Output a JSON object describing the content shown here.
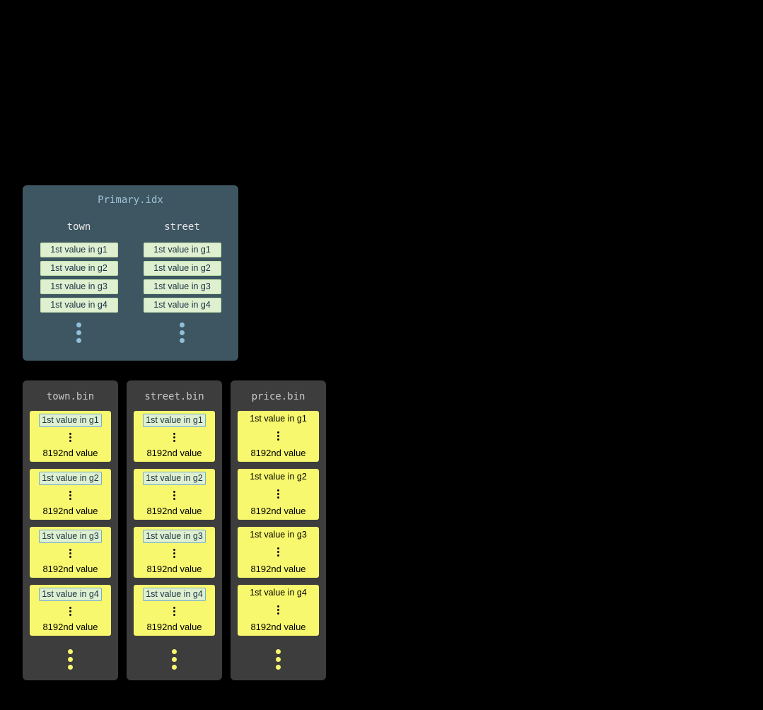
{
  "primary_index": {
    "title": "Primary.idx",
    "columns": [
      {
        "name": "town",
        "entries": [
          "1st value in g1",
          "1st value in g2",
          "1st value in g3",
          "1st value in g4"
        ]
      },
      {
        "name": "street",
        "entries": [
          "1st value in g1",
          "1st value in g2",
          "1st value in g3",
          "1st value in g4"
        ]
      }
    ]
  },
  "bin_files": [
    {
      "title": "town.bin",
      "marks_highlighted": true,
      "granules": [
        {
          "first": "1st value in g1",
          "last": "8192nd value"
        },
        {
          "first": "1st value in g2",
          "last": "8192nd value"
        },
        {
          "first": "1st value in g3",
          "last": "8192nd value"
        },
        {
          "first": "1st value in g4",
          "last": "8192nd value"
        }
      ]
    },
    {
      "title": "street.bin",
      "marks_highlighted": true,
      "granules": [
        {
          "first": "1st value in g1",
          "last": "8192nd value"
        },
        {
          "first": "1st value in g2",
          "last": "8192nd value"
        },
        {
          "first": "1st value in g3",
          "last": "8192nd value"
        },
        {
          "first": "1st value in g4",
          "last": "8192nd value"
        }
      ]
    },
    {
      "title": "price.bin",
      "marks_highlighted": false,
      "granules": [
        {
          "first": "1st value in g1",
          "last": "8192nd value"
        },
        {
          "first": "1st value in g2",
          "last": "8192nd value"
        },
        {
          "first": "1st value in g3",
          "last": "8192nd value"
        },
        {
          "first": "1st value in g4",
          "last": "8192nd value"
        }
      ]
    }
  ],
  "colors": {
    "page_bg": "#000000",
    "primary_panel_bg": "#3e5562",
    "primary_title": "#9cc3d5",
    "column_header": "#e6e6e6",
    "mark_bg": "#def0cf",
    "mark_border": "#bfe3ab",
    "mark_text": "#1c3347",
    "bin_panel_bg": "#3d3d3d",
    "bin_title": "#c9c9c9",
    "granule_bg": "#f8f86e",
    "granule_text": "#000000",
    "highlight_border": "#78aec4",
    "primary_dots": "#8fc0d8",
    "bin_dots": "#f8f86e"
  }
}
